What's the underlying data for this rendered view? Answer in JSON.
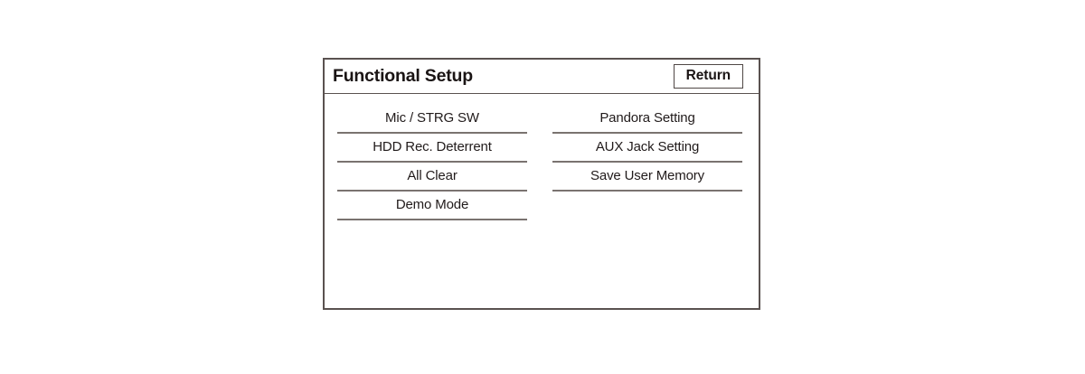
{
  "screen": {
    "title": "Functional Setup",
    "return_label": "Return",
    "frame_color": "#5a5250",
    "divider_color": "#7a7370",
    "text_color": "#211b1b",
    "background_color": "#ffffff"
  },
  "menu": {
    "left_column": [
      {
        "label": "Mic / STRG SW"
      },
      {
        "label": "HDD Rec. Deterrent"
      },
      {
        "label": "All Clear"
      },
      {
        "label": "Demo Mode"
      }
    ],
    "right_column": [
      {
        "label": "Pandora Setting"
      },
      {
        "label": "AUX Jack Setting"
      },
      {
        "label": "Save User Memory"
      }
    ]
  }
}
